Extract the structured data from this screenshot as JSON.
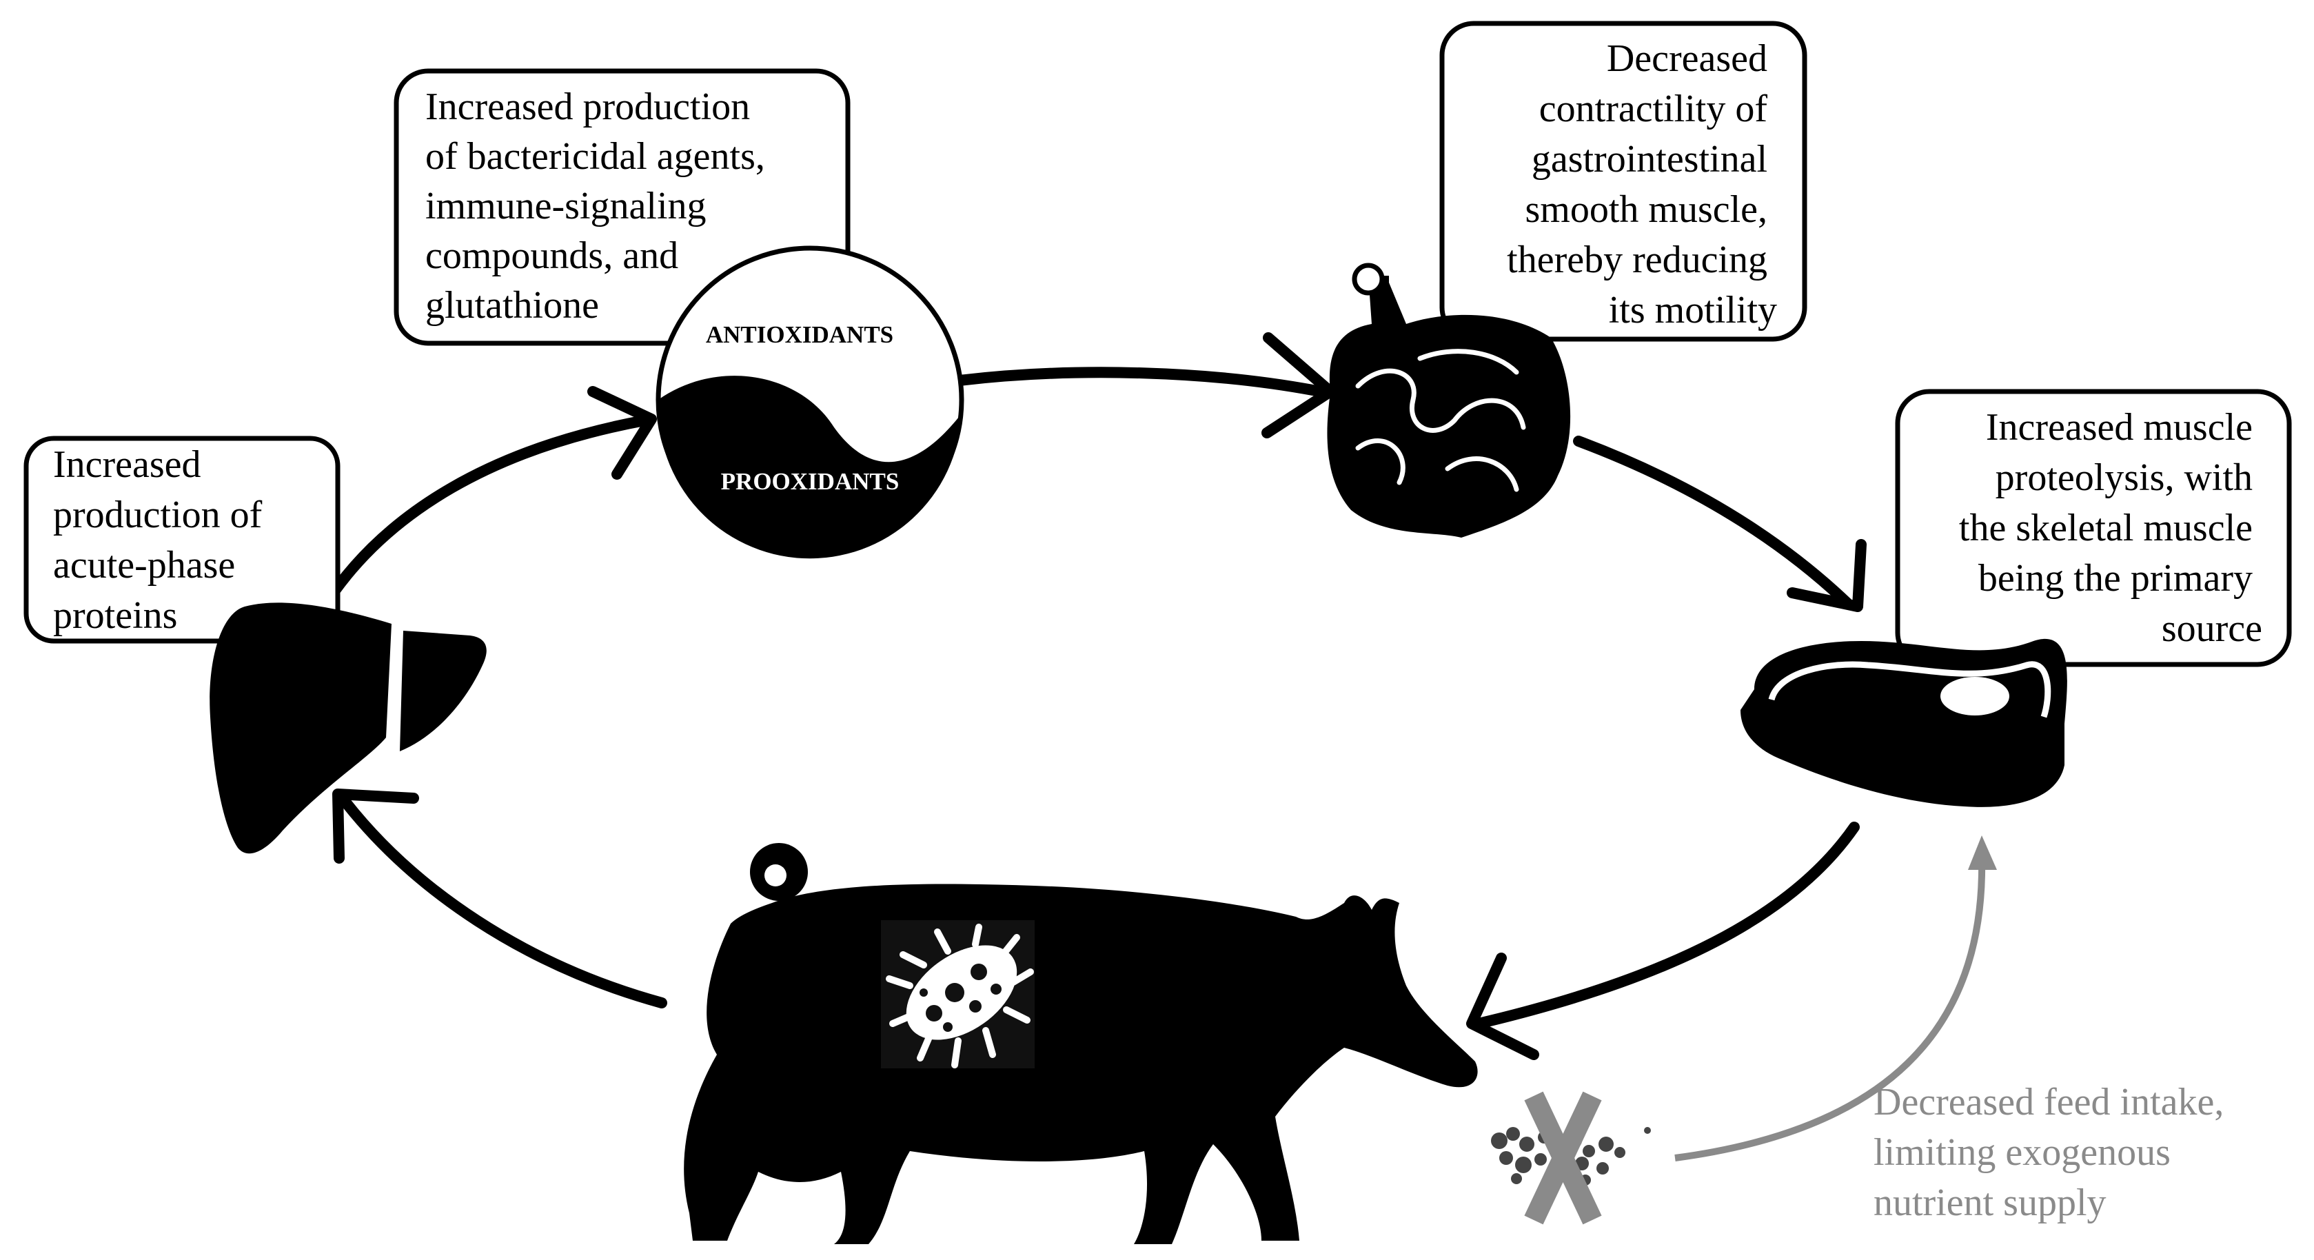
{
  "boxes": {
    "liver": [
      "Increased",
      "production of",
      "acute-phase",
      "proteins"
    ],
    "antioxidant": [
      "Increased production",
      "of bactericidal agents,",
      "immune-signaling",
      "compounds, and",
      "glutathione"
    ],
    "intestine": [
      "Decreased",
      "contractility of",
      "gastrointestinal",
      "smooth muscle,",
      "thereby reducing",
      "its motility"
    ],
    "muscle": [
      "Increased muscle",
      "proteolysis, with",
      "the skeletal muscle",
      "being the primary",
      "source"
    ],
    "feed": [
      "Decreased feed intake,",
      "limiting exogenous",
      "nutrient supply"
    ]
  },
  "yinyang": {
    "top": "ANTIOXIDANTS",
    "bottom": "PROOXIDANTS"
  },
  "colors": {
    "ink": "#000000",
    "gray": "#8a8a8a"
  },
  "icons": [
    "liver-icon",
    "yin-yang-icon",
    "intestine-icon",
    "steak-icon",
    "pig-icon",
    "bacteria-icon",
    "feed-crossed-icon"
  ]
}
